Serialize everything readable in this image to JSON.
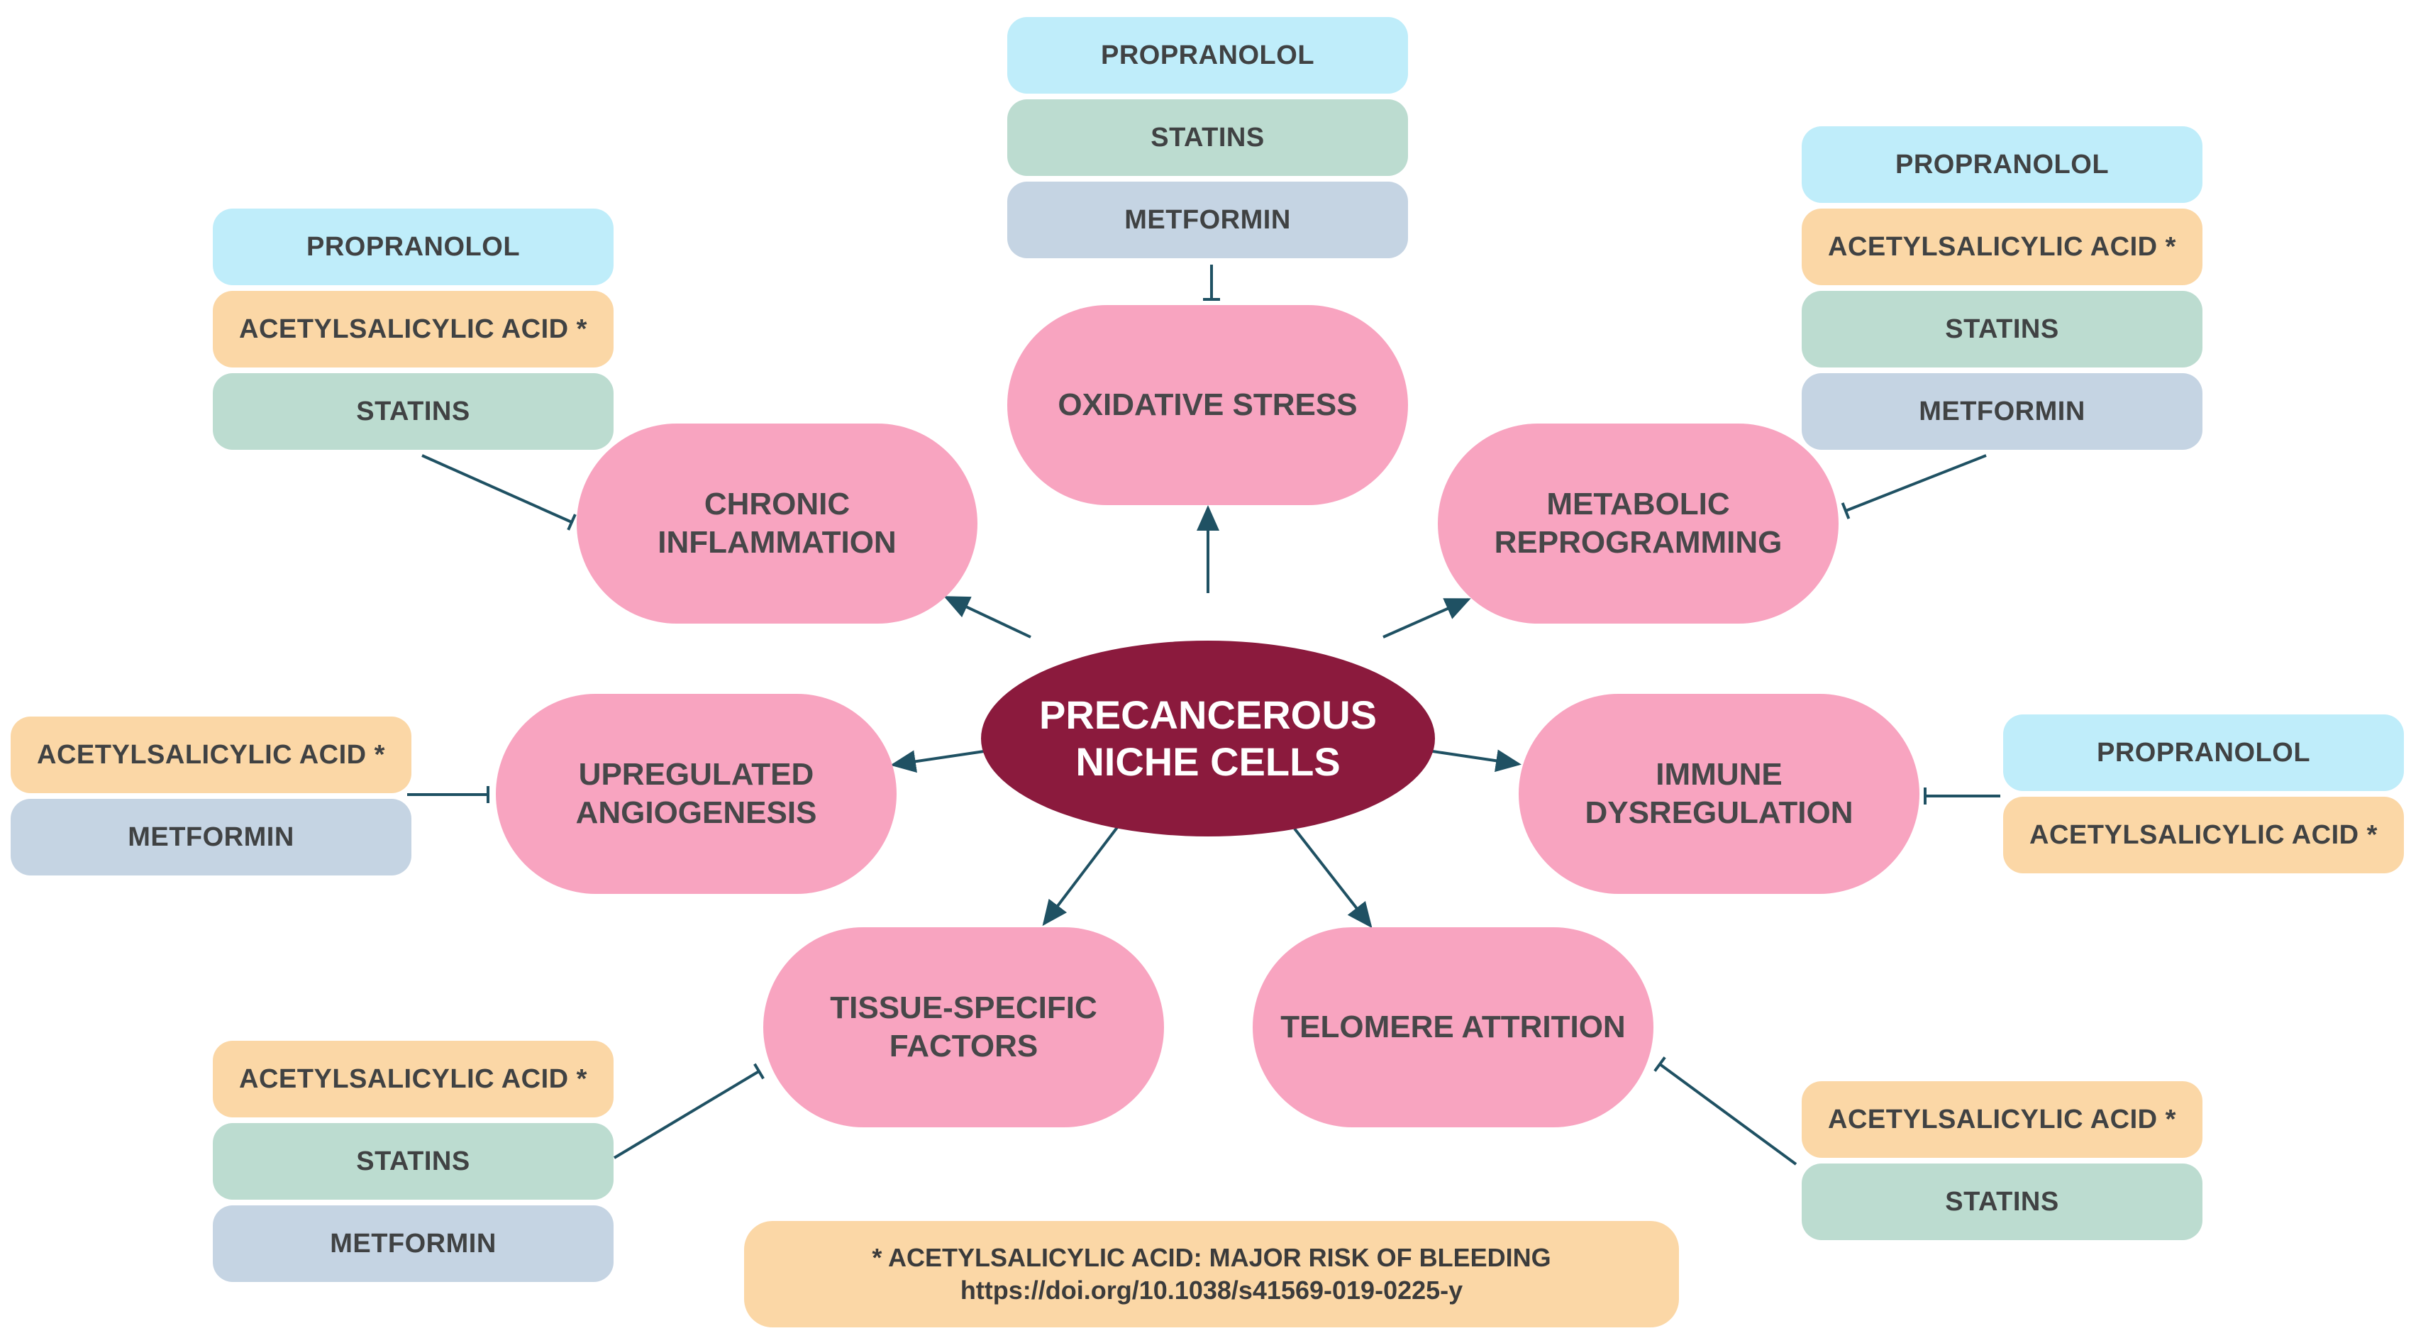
{
  "center": {
    "label": "PRECANCEROUS\nNICHE CELLS"
  },
  "drugs": {
    "propranolol": "PROPRANOLOL",
    "statins": "STATINS",
    "metformin": "METFORMIN",
    "aspirin": "ACETYLSALICYLIC ACID *"
  },
  "processes": [
    {
      "id": "oxidative-stress",
      "label": "OXIDATIVE STRESS",
      "drugs": [
        "propranolol",
        "statins",
        "metformin"
      ]
    },
    {
      "id": "metabolic-reprogramming",
      "label": "METABOLIC\nREPROGRAMMING",
      "drugs": [
        "propranolol",
        "aspirin",
        "statins",
        "metformin"
      ]
    },
    {
      "id": "immune-dysregulation",
      "label": "IMMUNE\nDYSREGULATION",
      "drugs": [
        "propranolol",
        "aspirin"
      ]
    },
    {
      "id": "telomere-attrition",
      "label": "TELOMERE ATTRITION",
      "drugs": [
        "aspirin",
        "statins"
      ]
    },
    {
      "id": "tissue-specific-factors",
      "label": "TISSUE-SPECIFIC\nFACTORS",
      "drugs": [
        "aspirin",
        "statins",
        "metformin"
      ]
    },
    {
      "id": "upregulated-angiogenesis",
      "label": "UPREGULATED\nANGIOGENESIS",
      "drugs": [
        "aspirin",
        "metformin"
      ]
    },
    {
      "id": "chronic-inflammation",
      "label": "CHRONIC\nINFLAMMATION",
      "drugs": [
        "propranolol",
        "aspirin",
        "statins"
      ]
    }
  ],
  "footnote": {
    "line1": "* ACETYLSALICYLIC ACID: MAJOR RISK OF BLEEDING",
    "line2": "https://doi.org/10.1038/s41569-019-0225-y"
  },
  "colors": {
    "center": "#8b1a3d",
    "process": "#f8a4c0",
    "arrow": "#1f5163",
    "propranolol": "#bfedfa",
    "statins": "#bcdcd0",
    "metformin": "#c5d4e3",
    "aspirin": "#fbd7a6"
  }
}
